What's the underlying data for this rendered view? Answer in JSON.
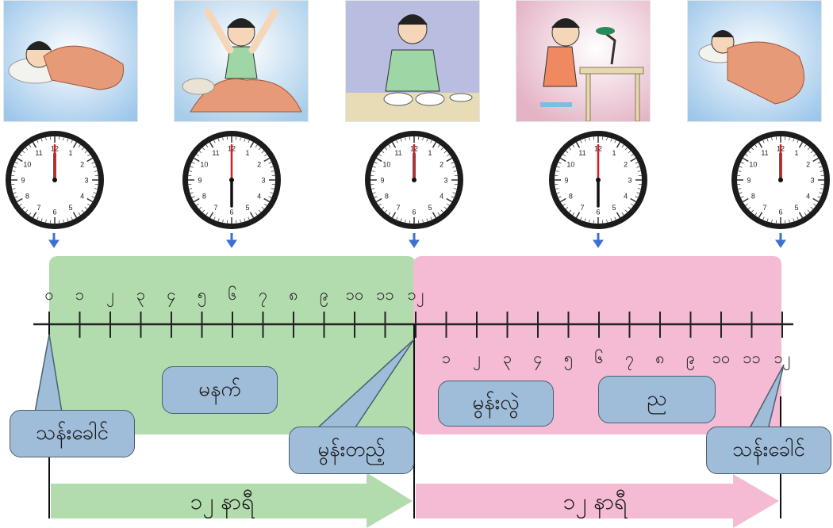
{
  "scenes": [
    {
      "name": "scene-sleeping-midnight",
      "icon": "child-sleeping-picture"
    },
    {
      "name": "scene-waking-up",
      "icon": "child-stretching-picture"
    },
    {
      "name": "scene-eating-noon",
      "icon": "child-eating-picture"
    },
    {
      "name": "scene-studying",
      "icon": "child-studying-picture"
    },
    {
      "name": "scene-sleeping-night",
      "icon": "child-sleeping-picture"
    }
  ],
  "clock_numerals": [
    "12",
    "1",
    "2",
    "3",
    "4",
    "5",
    "6",
    "7",
    "8",
    "9",
    "10",
    "11"
  ],
  "clocks": [
    {
      "time": "12:00",
      "note": "midnight"
    },
    {
      "time": "6:00"
    },
    {
      "time": "12:00",
      "note": "noon"
    },
    {
      "time": "6:00"
    },
    {
      "time": "12:00",
      "note": "midnight"
    }
  ],
  "timeline": {
    "top_labels": [
      "၀",
      "၁",
      "၂",
      "၃",
      "၄",
      "၅",
      "၆",
      "၇",
      "၈",
      "၉",
      "၁၀",
      "၁၁",
      "၁၂"
    ],
    "bottom_labels": [
      "၁",
      "၂",
      "၃",
      "၄",
      "၅",
      "၆",
      "၇",
      "၈",
      "၉",
      "၁၀",
      "၁၁",
      "၁၂"
    ],
    "morning_color": "#b3dcae",
    "afternoon_color": "#f5bad4"
  },
  "labels": {
    "morning": "မနက်",
    "afternoon": "မွန်းလွဲ",
    "night": "ည",
    "midnight_start": "သန်းခေါင်",
    "noon": "မွန်းတည့်",
    "midnight_end": "သန်းခေါင်",
    "first_half_hours": "၁၂ နာရီ",
    "second_half_hours": "၁၂ နာရီ"
  },
  "colors": {
    "bubble_fill": "#9fbcd9",
    "arrow_green": "#b3dcae",
    "arrow_pink": "#f5bad4",
    "clock_hand_red": "#d21f26",
    "pointer_arrow_blue": "#3f6fcf"
  }
}
